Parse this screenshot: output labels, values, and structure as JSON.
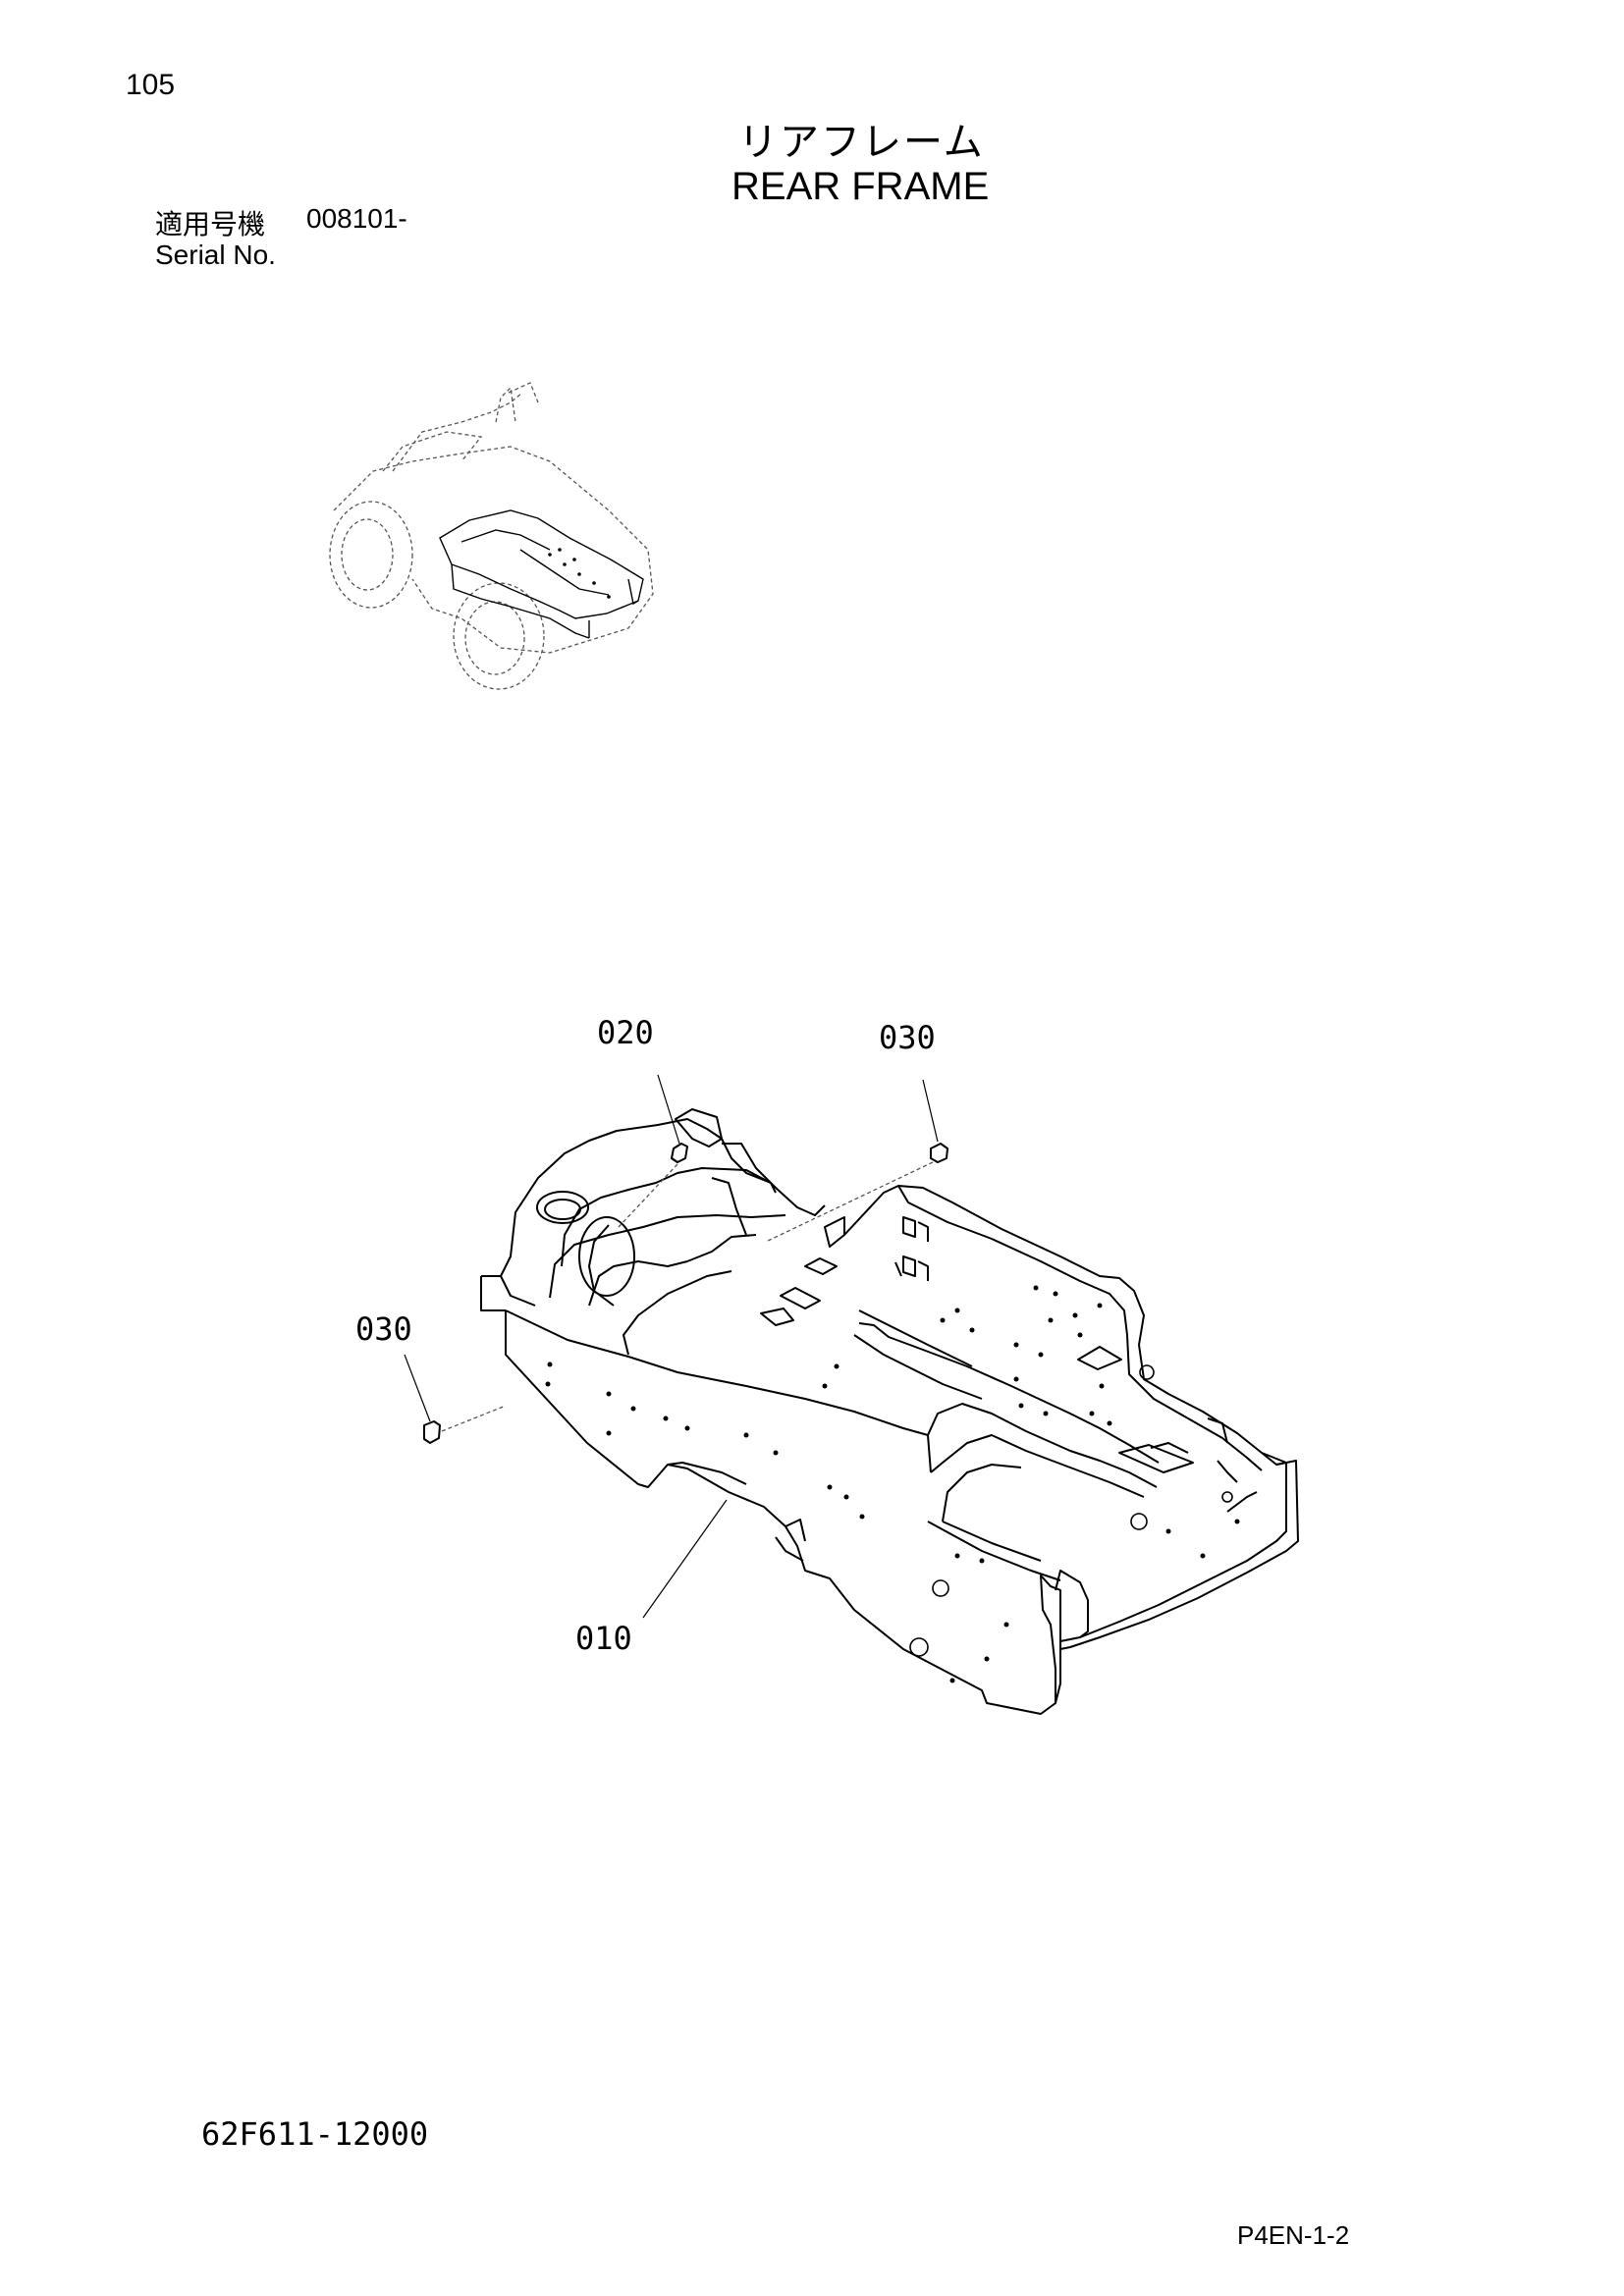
{
  "header": {
    "page_number": "105",
    "title_jp": "リアフレーム",
    "title_en": "REAR FRAME",
    "serial_jp_label": "適用号機",
    "serial_value": "008101-",
    "serial_en_label": "Serial No."
  },
  "callouts": {
    "part_020": "020",
    "part_030_top": "030",
    "part_030_left": "030",
    "part_010": "010"
  },
  "footer": {
    "drawing_number": "62F611-12000",
    "page_code": "P4EN-1-2"
  }
}
